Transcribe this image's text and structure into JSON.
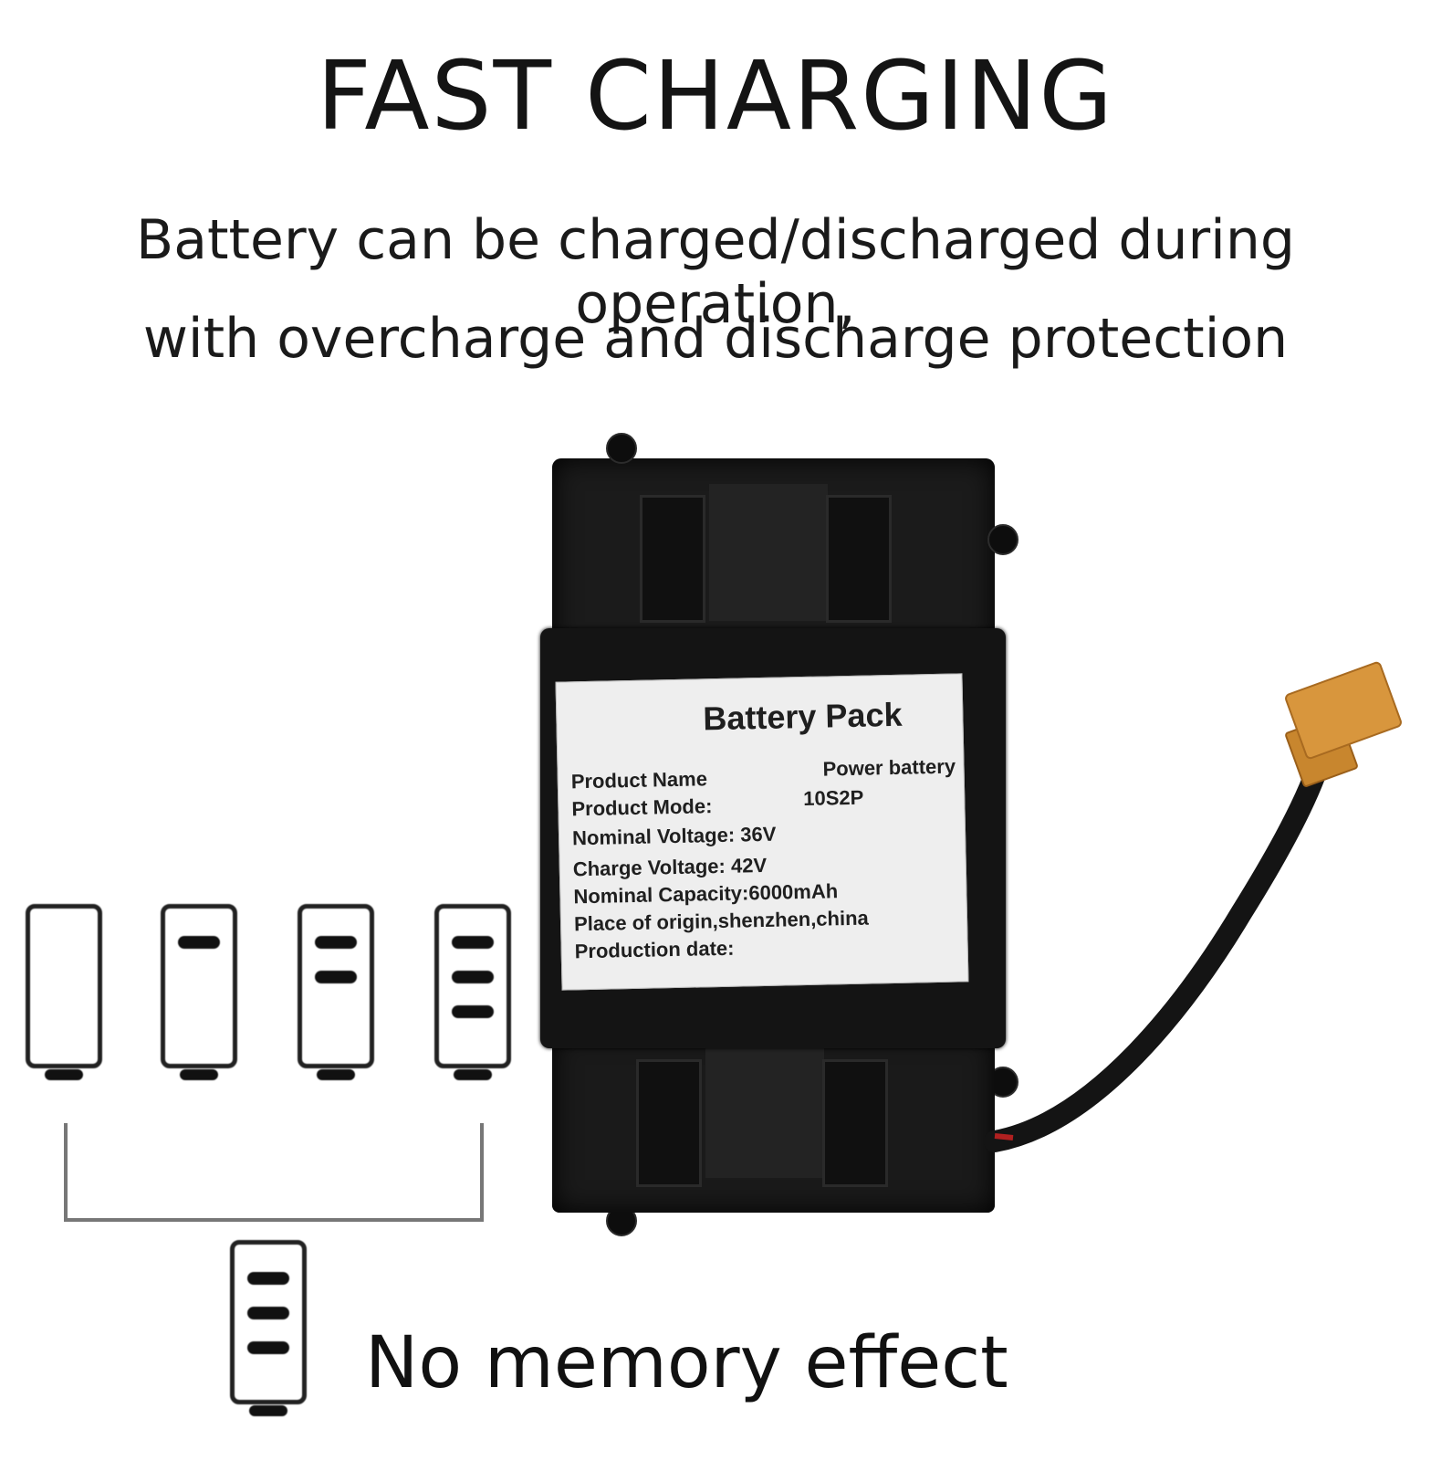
{
  "headline": "FAST CHARGING",
  "subline_1": "Battery can be charged/discharged during operation,",
  "subline_2": "with overcharge and discharge protection",
  "footer": "No memory effect",
  "battery_label": {
    "title": "Battery Pack",
    "rows": [
      {
        "key": "Product  Name",
        "value": "Power battery"
      },
      {
        "key": "Product Mode:",
        "value": "10S2P"
      },
      {
        "key": "Nominal Voltage: 36V",
        "value": ""
      },
      {
        "key": "Charge Voltage: 42V",
        "value": ""
      },
      {
        "key": "Nominal Capacity:6000mAh",
        "value": ""
      },
      {
        "key": "Place of origin,shenzhen,china",
        "value": ""
      },
      {
        "key": "Production date:",
        "value": ""
      }
    ]
  },
  "charge_levels": [
    0,
    1,
    2,
    3
  ],
  "result_level": 3,
  "colors": {
    "text": "#141414",
    "pack_body": "#1b1b1b",
    "label_bg": "#eeeeee",
    "connector": "#d8963d"
  },
  "icons": [
    "battery-empty-icon",
    "battery-one-bar-icon",
    "battery-two-bar-icon",
    "battery-full-icon",
    "battery-result-icon"
  ]
}
